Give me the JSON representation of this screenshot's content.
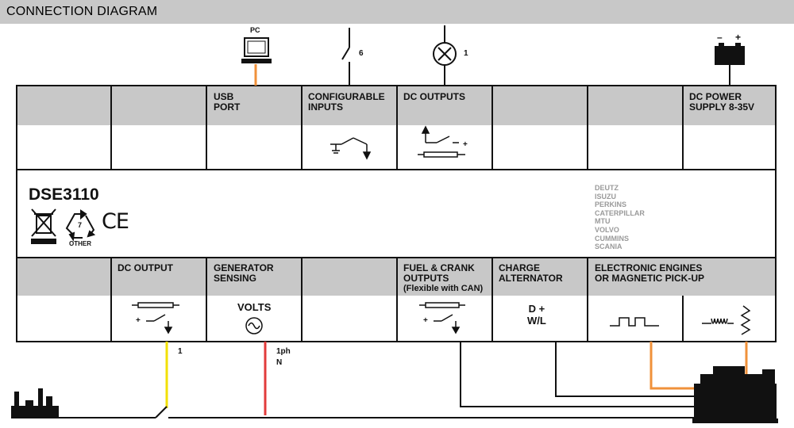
{
  "title": "CONNECTION DIAGRAM",
  "module": {
    "model": "DSE3110",
    "recycle_number": "7",
    "recycle_label": "OTHER",
    "ce_mark": "CE"
  },
  "top_row": [
    {
      "label": ""
    },
    {
      "label": ""
    },
    {
      "label": "USB\nPORT"
    },
    {
      "label": "CONFIGURABLE\nINPUTS"
    },
    {
      "label": "DC OUTPUTS"
    },
    {
      "label": ""
    },
    {
      "label": ""
    },
    {
      "label": "DC POWER\nSUPPLY 8-35V"
    }
  ],
  "bottom_row": [
    {
      "label": ""
    },
    {
      "label": "DC OUTPUT"
    },
    {
      "label": "GENERATOR\nSENSING"
    },
    {
      "label": ""
    },
    {
      "label": "FUEL & CRANK\nOUTPUTS",
      "sub": "(Flexible with CAN)"
    },
    {
      "label": "CHARGE\nALTERNATOR"
    },
    {
      "label": "ELECTRONIC ENGINES\nOR MAGNETIC PICK-UP"
    }
  ],
  "engine_brands": [
    "DEUTZ",
    "ISUZU",
    "PERKINS",
    "CATERPILLAR",
    "MTU",
    "VOLVO",
    "CUMMINS",
    "SCANIA"
  ],
  "external": {
    "pc_label": "PC",
    "config_inputs_count": "6",
    "dc_outputs_count": "1",
    "battery_minus": "–",
    "battery_plus": "+",
    "dc_output_count": "1",
    "gen_sensing_phase": "1ph",
    "gen_sensing_neutral": "N",
    "volts_label": "VOLTS",
    "charge_d_plus": "D +",
    "charge_wl": "W/L",
    "dc_out_plus": "+",
    "fuel_plus": "+",
    "dc_outputs_plus": "+"
  },
  "colors": {
    "title_bar": "#c8c8c8",
    "cell_header": "#c8c8c8",
    "usb_wire": "#f0913a",
    "dc_output_wire": "#f2e000",
    "sensing_wire": "#e23b3b",
    "pickup_wire": "#f0913a",
    "brand_text": "#9a9a9a"
  },
  "icons": [
    "pc-icon",
    "switch-icon",
    "lamp-icon",
    "battery-icon",
    "weee-icon",
    "recycle-icon",
    "sine-icon",
    "pulse-icon",
    "pickup-icon",
    "factory-icon",
    "generator-icon"
  ]
}
